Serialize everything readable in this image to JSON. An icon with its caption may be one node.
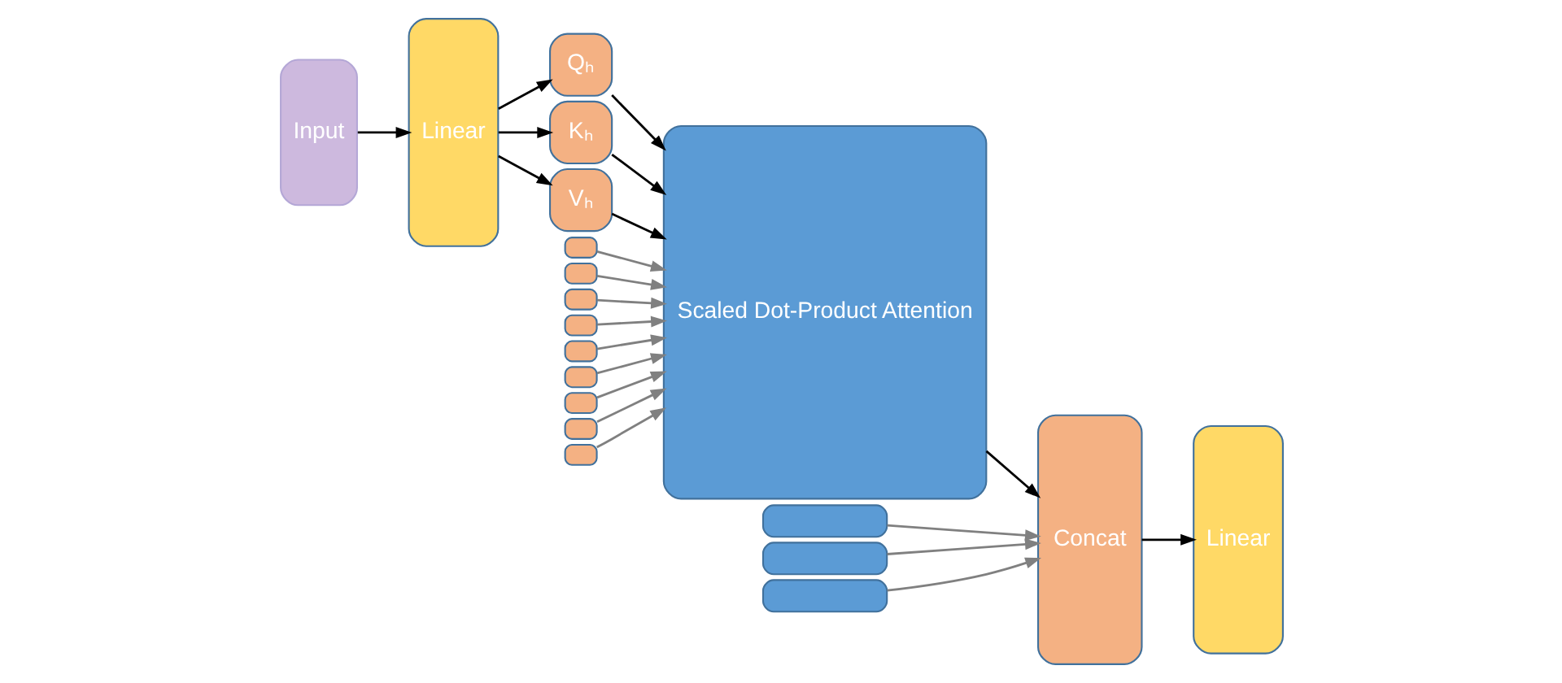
{
  "diagram": {
    "nodes": [
      {
        "text": [
          "Input"
        ]
      },
      {
        "text": [
          "Linear"
        ]
      },
      {
        "text": [
          "Qₕ"
        ]
      },
      {
        "text": [],
        "shape": "box"
      },
      {
        "text": [],
        "shape": "box"
      },
      {
        "text": [],
        "shape": "box"
      },
      {
        "text": [
          "Kₕ"
        ]
      },
      {
        "text": [],
        "shape": "box"
      },
      {
        "text": [],
        "shape": "box"
      },
      {
        "text": [],
        "shape": "box"
      },
      {
        "text": [
          "Vₕ"
        ]
      },
      {
        "text": [],
        "shape": "box"
      },
      {
        "text": [],
        "shape": "box"
      },
      {
        "text": [],
        "shape": "box"
      },
      {
        "text": [
          "Scaled Dot-Product Attention"
        ]
      },
      {
        "text": [],
        "shape": "box"
      },
      {
        "text": [],
        "shape": "box"
      },
      {
        "text": [],
        "shape": "box"
      },
      {
        "text": [
          "Concat"
        ]
      },
      {
        "text": [
          "Linear"
        ]
      }
    ],
    "edges": [
      {
        "from": 0,
        "to": 1,
        "arrow": "to",
        "color": "#000000"
      },
      {
        "from": 1,
        "to": 2,
        "arrow": "to",
        "color": "#000000"
      },
      {
        "from": 1,
        "to": 6,
        "arrow": "to",
        "color": "#000000"
      },
      {
        "from": 1,
        "to": 10,
        "arrow": "to",
        "color": "#000000"
      },
      {
        "from": 2,
        "to": 14,
        "arrow": "to",
        "color": "#000000"
      },
      {
        "from": 3,
        "to": 14,
        "arrow": "to"
      },
      {
        "from": 4,
        "to": 14,
        "arrow": "to"
      },
      {
        "from": 5,
        "to": 14,
        "arrow": "to"
      },
      {
        "from": 6,
        "to": 14,
        "arrow": "to",
        "color": "#000000"
      },
      {
        "from": 7,
        "to": 14,
        "arrow": "to"
      },
      {
        "from": 8,
        "to": 14,
        "arrow": "to"
      },
      {
        "from": 9,
        "to": 14,
        "arrow": "to"
      },
      {
        "from": 10,
        "to": 14,
        "arrow": "to",
        "color": "#000000"
      },
      {
        "from": 11,
        "to": 14,
        "arrow": "to"
      },
      {
        "from": 12,
        "to": 14,
        "arrow": "to"
      },
      {
        "from": 13,
        "to": 14,
        "arrow": "to"
      },
      {
        "from": 14,
        "to": 18,
        "arrow": "to",
        "color": "#000000"
      },
      {
        "from": 15,
        "to": 18,
        "arrow": "to"
      },
      {
        "from": 16,
        "to": 18,
        "arrow": "to"
      },
      {
        "from": 17,
        "to": 18,
        "arrow": "to"
      },
      {
        "from": 18,
        "to": 19,
        "arrow": "to",
        "color": "#000000"
      }
    ]
  }
}
